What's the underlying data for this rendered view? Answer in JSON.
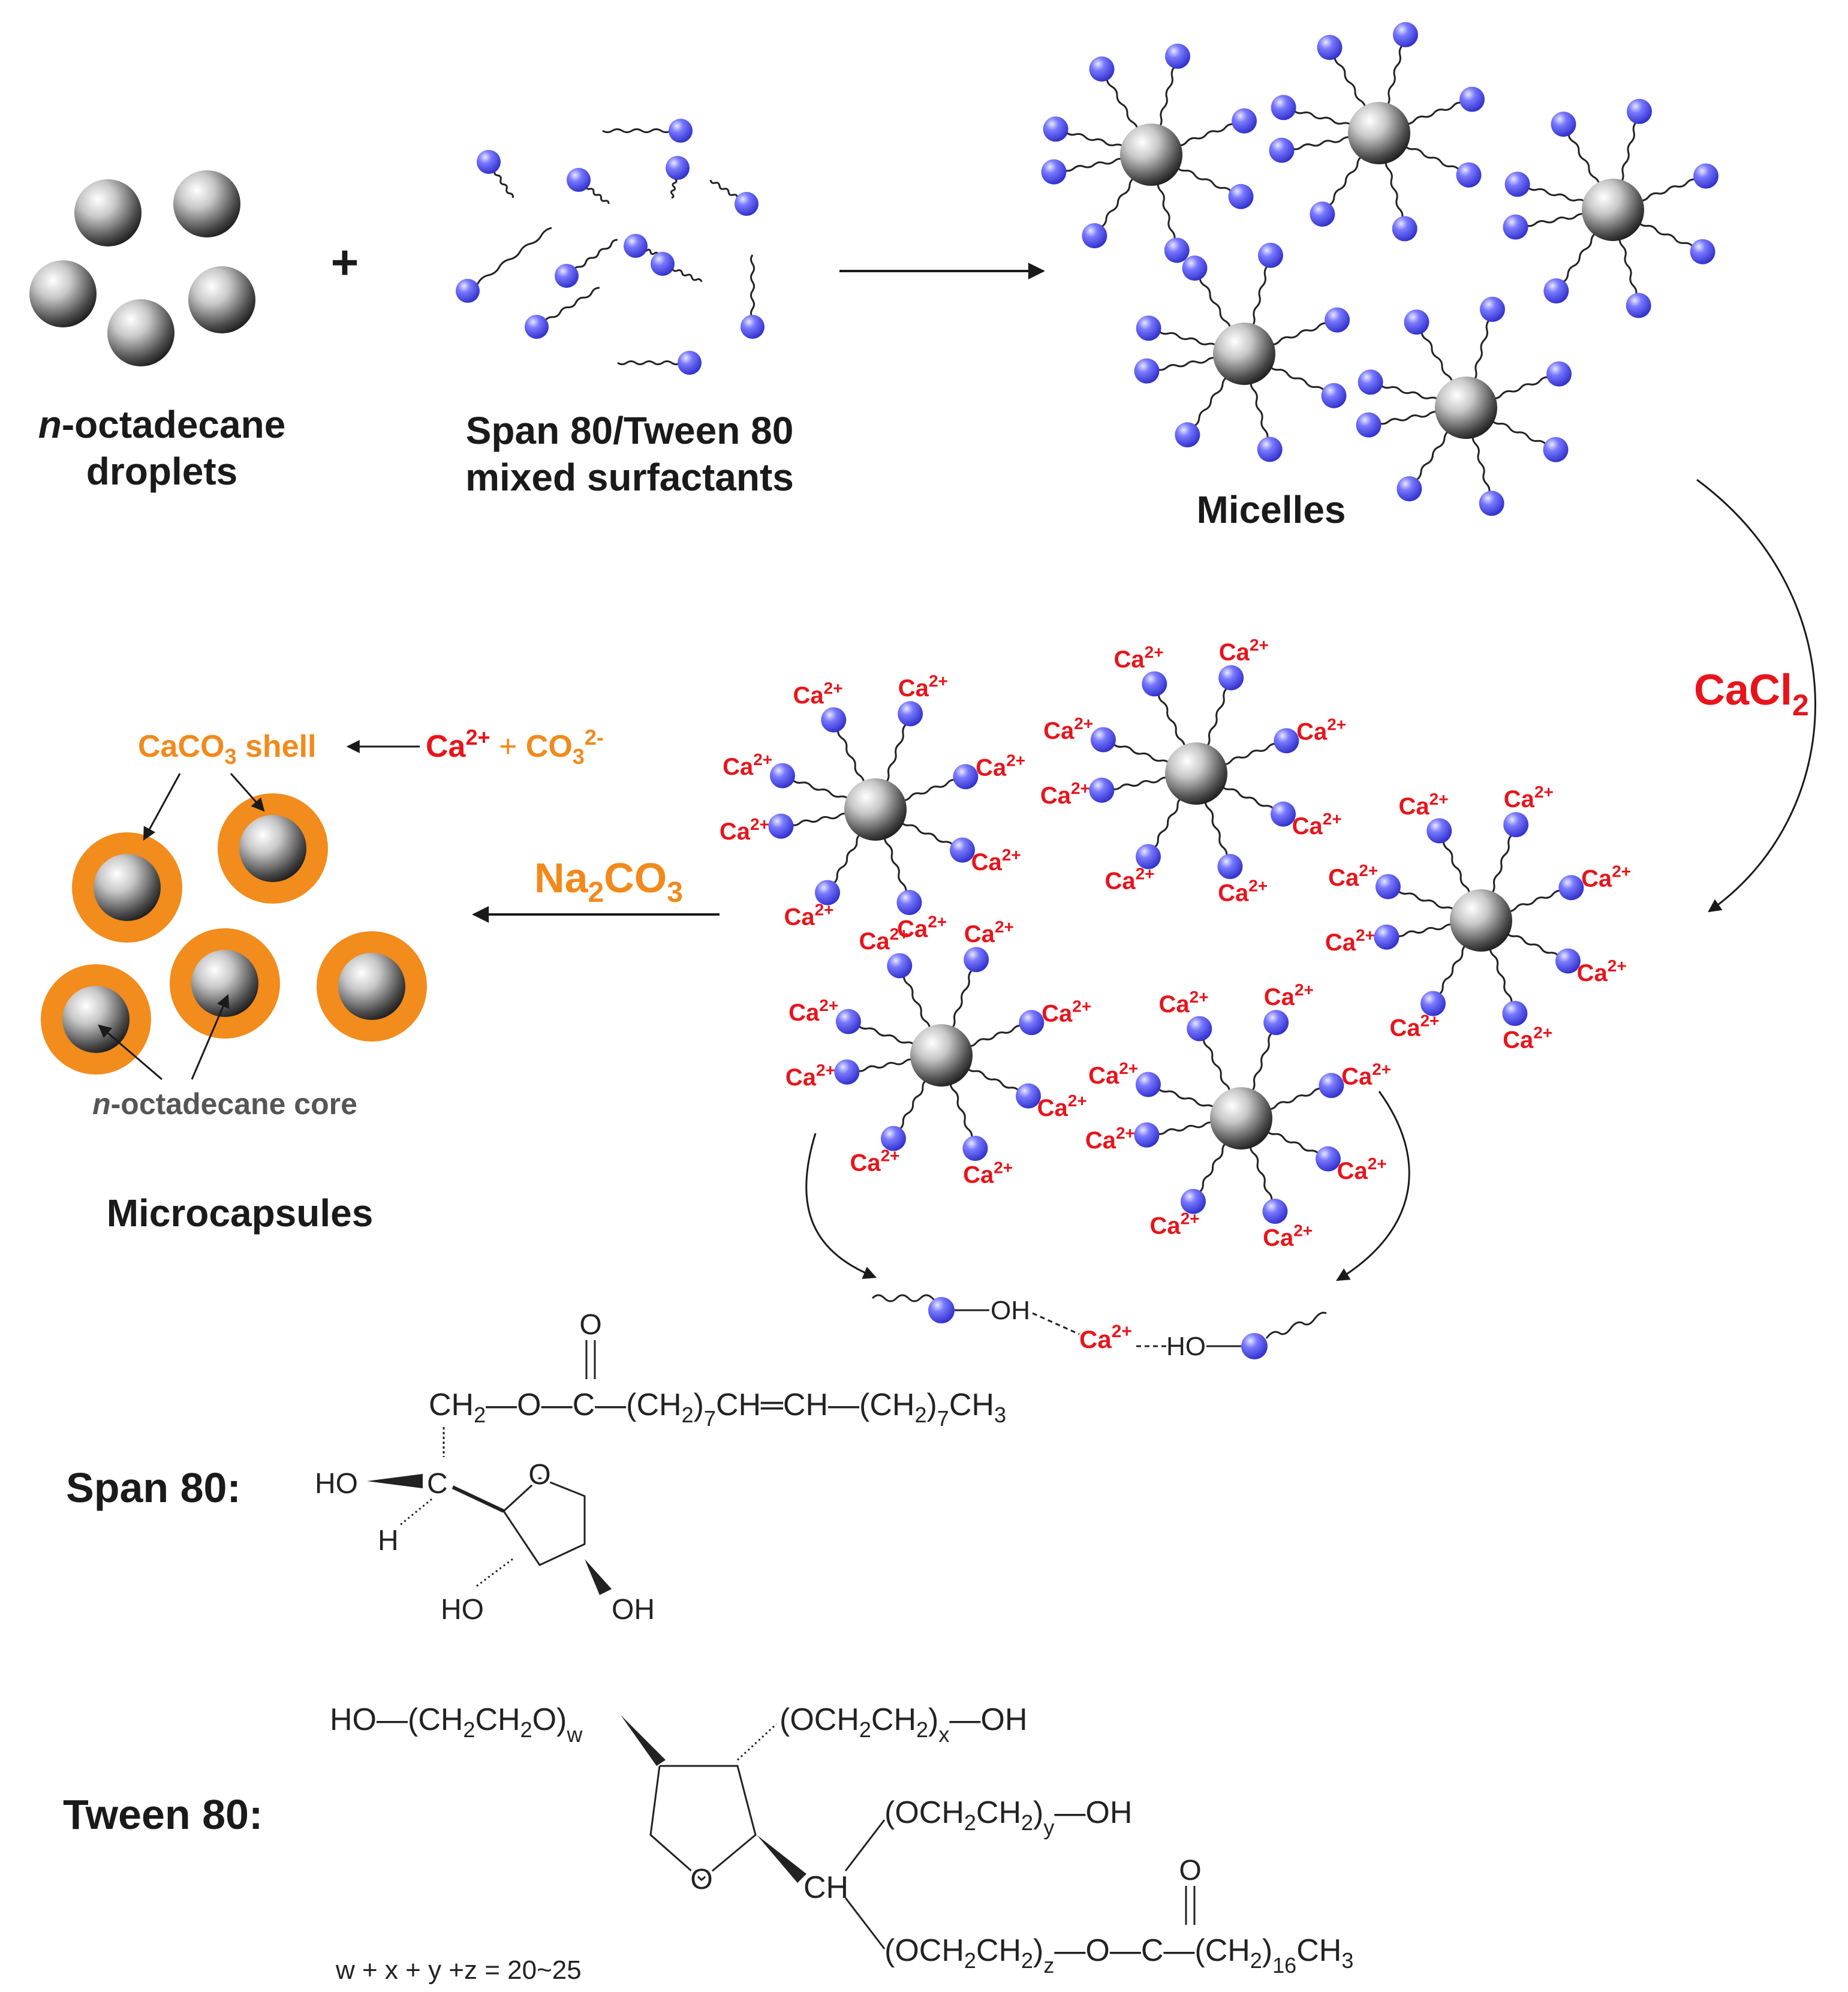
{
  "labels": {
    "octadecane_top": "n-octadecane",
    "octadecane_bottom": "droplets",
    "plus": "+",
    "surfactants_top": "Span 80/Tween 80",
    "surfactants_bottom": "mixed surfactants",
    "micelles": "Micelles",
    "reagent_cacl2": "CaCl2",
    "reagent_na2co3": "Na2CO3",
    "shell": "CaCO3 shell",
    "ions": "Ca2+ + CO32-",
    "core": "n-octadecane core",
    "microcapsules": "Microcapsules",
    "ca_ion": "Ca2+",
    "oh_left": "OH",
    "oh_right": "HO"
  },
  "span80": {
    "name": "Span 80:",
    "chain": "CH2-O-C-(CH2)7-CH=CH-(CH2)7-CH3",
    "carbonyl_o": "O",
    "c_label": "C",
    "ho": "HO",
    "h": "H",
    "ring_o": "O",
    "ho_low": "HO",
    "oh_low": "OH"
  },
  "tween80": {
    "name": "Tween 80:",
    "w_chain": "HO-(CH2CH2O)w",
    "x_chain": "(OCH2CH2)x-OH",
    "y_chain": "(OCH2CH2)y-OH",
    "z_chain": "(OCH2CH2)z-O-C-(CH2)16-CH3",
    "carbonyl_o": "O",
    "ring_o": "O",
    "ch": "CH",
    "equation": "w + x + y +z = 20~25"
  },
  "colors": {
    "head": "#5a5af0",
    "core": "#6a6a6a",
    "shell": "#f28c1c",
    "red_text": "#e8141b",
    "orange_text": "#f18a1b"
  }
}
